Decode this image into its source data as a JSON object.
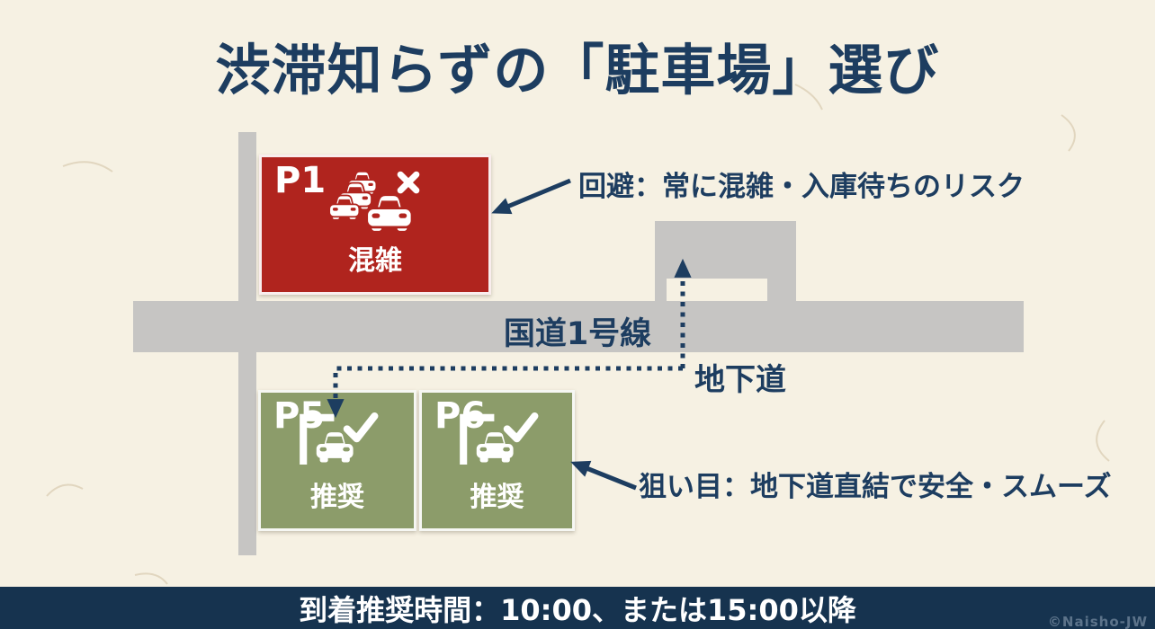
{
  "title": "渋滞知らずの「駐車場」選び",
  "map": {
    "road_label": "国道1号線",
    "underpass_label": "地下道",
    "p1": {
      "id": "P1",
      "status": "混雑"
    },
    "p5": {
      "id": "P5",
      "status": "推奨"
    },
    "p6": {
      "id": "P6",
      "status": "推奨"
    },
    "annotation_avoid": "回避：常に混雑・入庫待ちのリスク",
    "annotation_target": "狙い目：地下道直結で安全・スムーズ"
  },
  "footer": {
    "arrival_text": "到着推奨時間：10:00、または15:00以降",
    "watermark": "©Naisho-JW"
  },
  "icons": {
    "congestion": "traffic-jam-cars-with-x-icon",
    "recommended": "parking-car-with-checkmark-icon"
  },
  "colors": {
    "bg": "#f6f1e3",
    "navy": "#1d3d60",
    "red": "#b0241e",
    "green": "#8c9c6a",
    "road": "#c6c5c3",
    "footer_bg": "#16334f",
    "white": "#ffffff"
  }
}
